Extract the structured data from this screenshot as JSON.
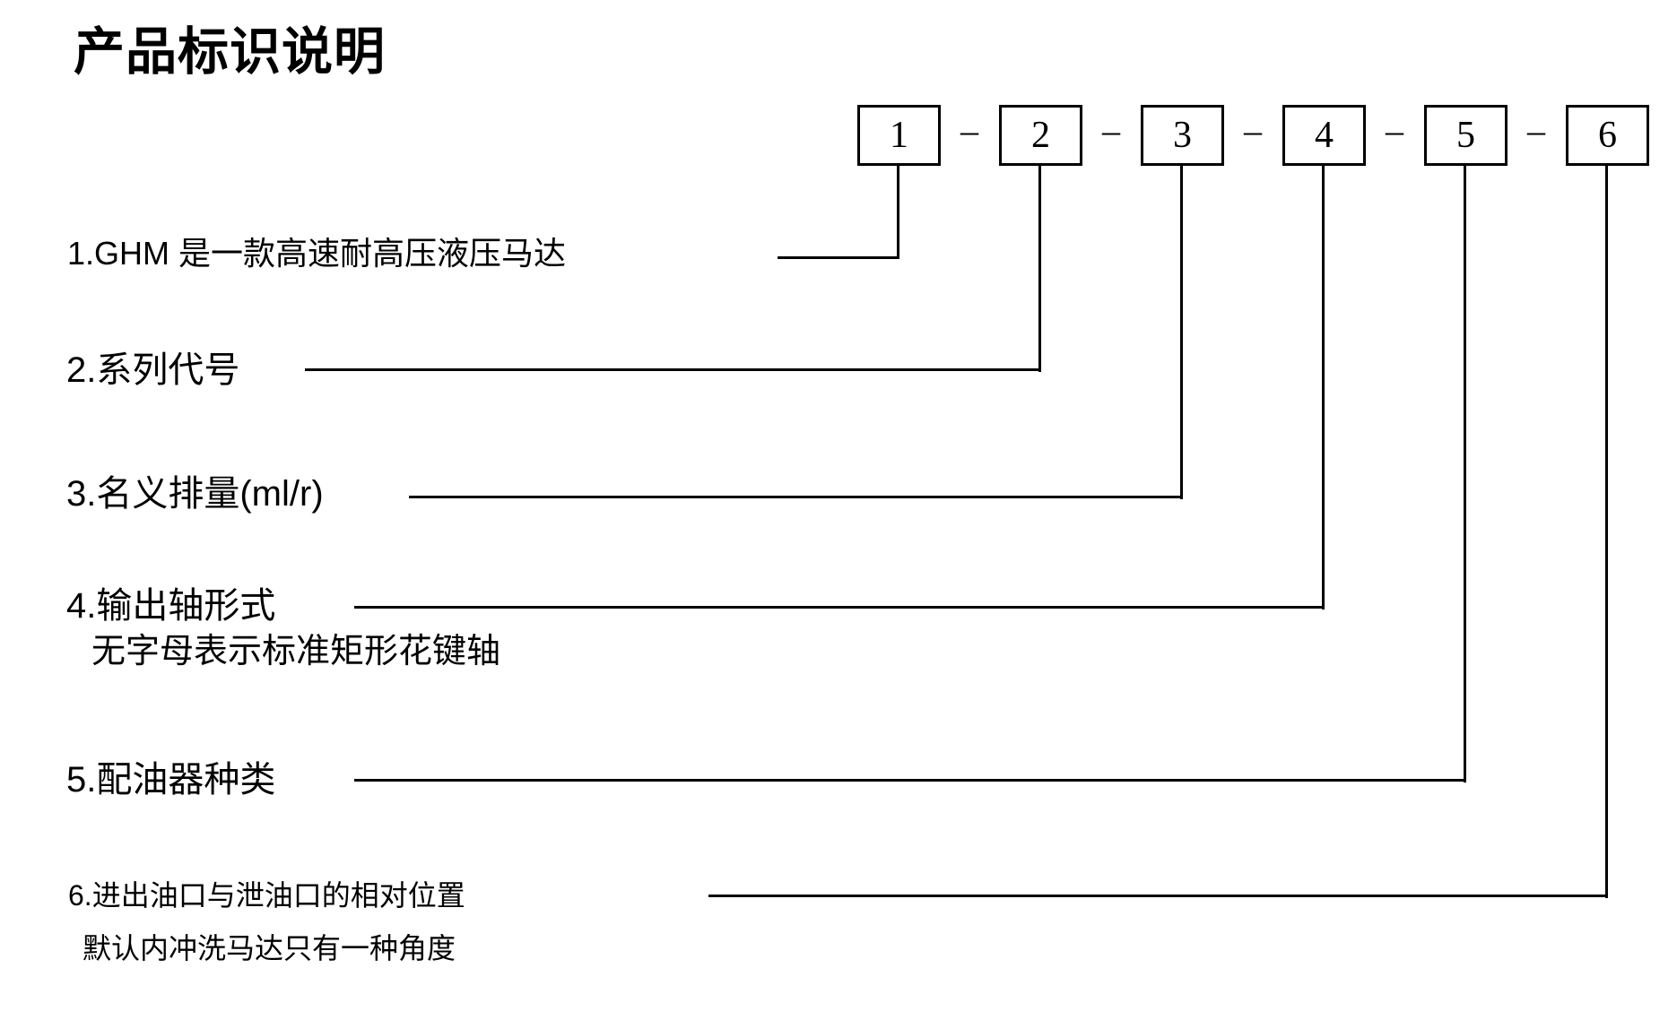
{
  "title": "产品标识说明",
  "code_boxes": {
    "separator": "–",
    "items": [
      {
        "number": "1"
      },
      {
        "number": "2"
      },
      {
        "number": "3"
      },
      {
        "number": "4"
      },
      {
        "number": "5"
      },
      {
        "number": "6"
      }
    ]
  },
  "labels": [
    {
      "text": "1.GHM 是一款高速耐高压液压马达"
    },
    {
      "text": "2.系列代号"
    },
    {
      "text": "3.名义排量(ml/r)"
    },
    {
      "text": "4.输出轴形式",
      "note": "无字母表示标准矩形花键轴"
    },
    {
      "text": "5.配油器种类"
    },
    {
      "text": "6.进出油口与泄油口的相对位置",
      "note": "默认内冲洗马达只有一种角度"
    }
  ],
  "colors": {
    "background": "#ffffff",
    "line": "#000000",
    "text": "#000000"
  }
}
